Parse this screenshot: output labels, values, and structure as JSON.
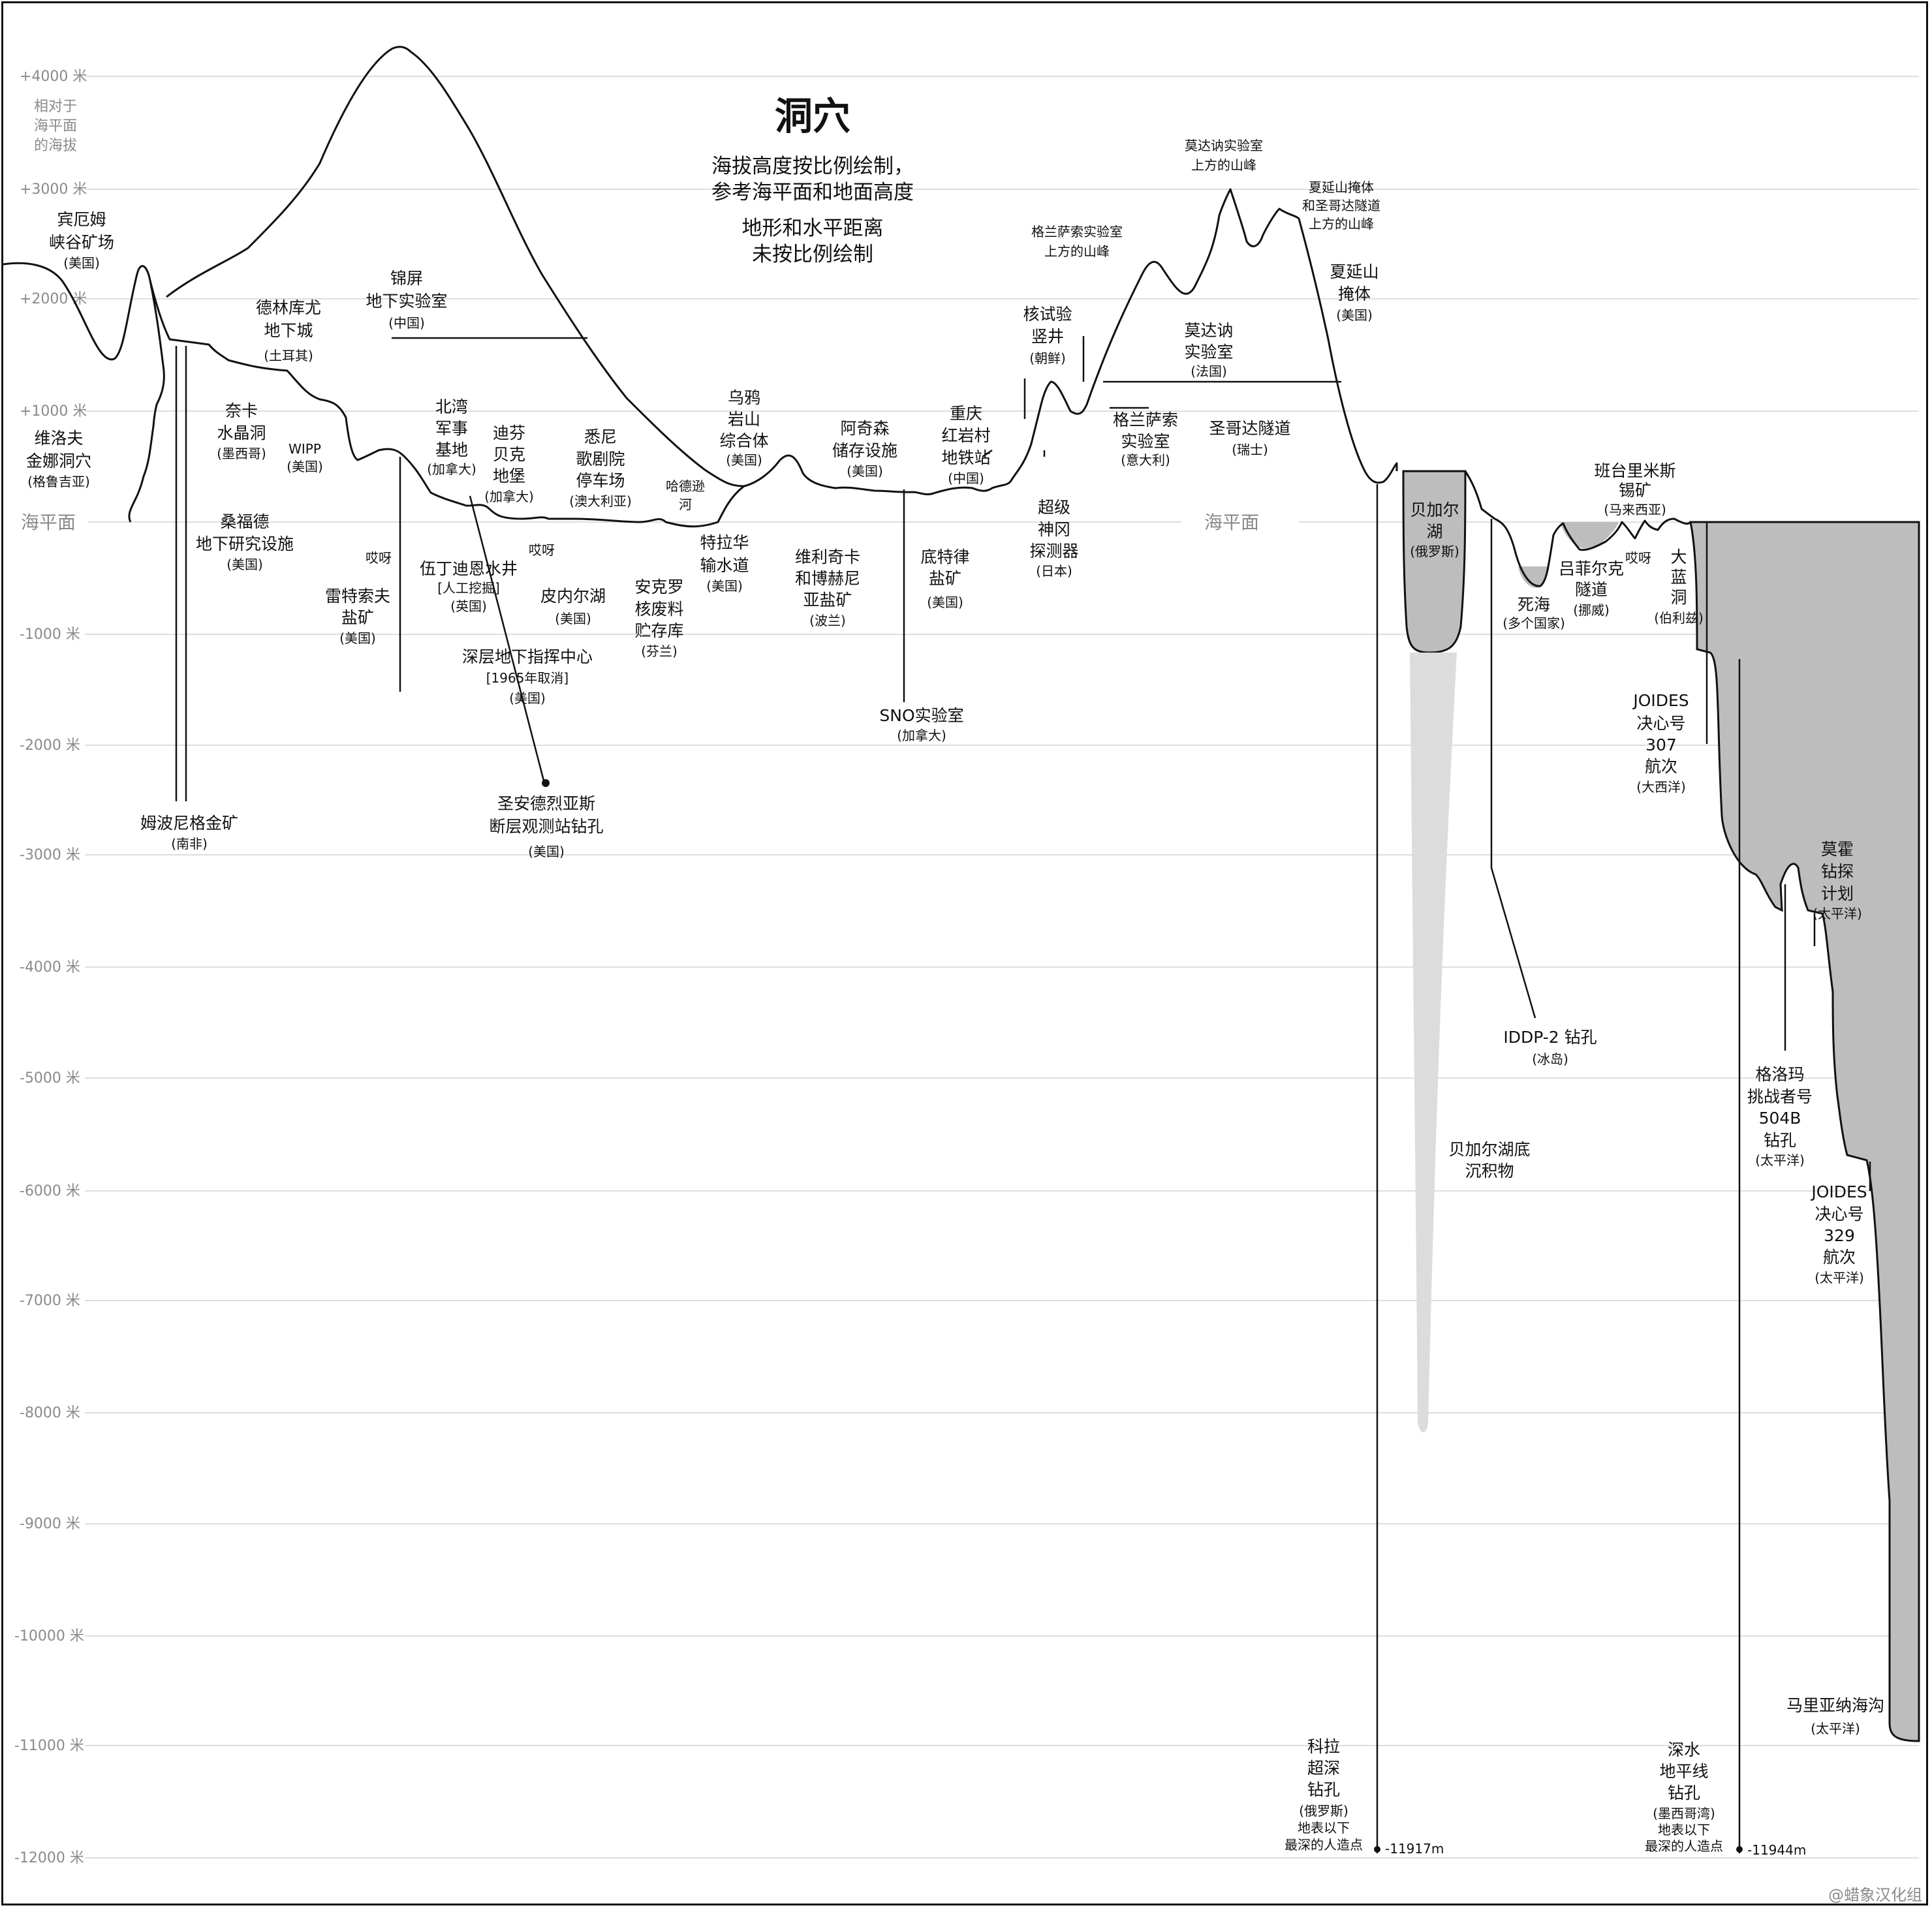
{
  "title": "洞穴",
  "subtitle": [
    "海拔高度按比例绘制，",
    "参考海平面和地面高度",
    "地形和水平距离",
    "未按比例绘制"
  ],
  "axis": {
    "ticks": [
      "+4000 米",
      "+3000 米",
      "+2000 米",
      "+1000 米",
      "海平面",
      "-1000 米",
      "-2000 米",
      "-3000 米",
      "-4000 米",
      "-5000 米",
      "-6000 米",
      "-7000 米",
      "-8000 米",
      "-9000 米",
      "-10000 米",
      "-11000 米",
      "-12000 米"
    ],
    "note": [
      "相对于",
      "海平面",
      "的海拔"
    ],
    "sea_level_right": "海平面"
  },
  "labels": {
    "binghamu": [
      "宾厄姆",
      "峡谷矿场",
      "(美国)"
    ],
    "voronya": [
      "维洛夫",
      "金娜洞穴",
      "(格鲁吉亚)"
    ],
    "mponeng": [
      "姆波尼格金矿",
      "(南非)"
    ],
    "naica": [
      "奈卡",
      "水晶洞",
      "(墨西哥)"
    ],
    "sanford": [
      "桑福德",
      "地下研究设施",
      "(美国)"
    ],
    "derinkuyu": [
      "德林库尤",
      "地下城",
      "(土耳其)"
    ],
    "wipp": [
      "WIPP",
      "(美国)"
    ],
    "jinping": [
      "锦屏",
      "地下实验室",
      "(中国)"
    ],
    "retsof": [
      "雷特索夫",
      "盐矿",
      "(美国)"
    ],
    "yaoya1": "哎呀",
    "beiwan": [
      "北湾",
      "军事",
      "基地",
      "(加拿大)"
    ],
    "difen": [
      "迪芬",
      "贝克",
      "地堡",
      "(加拿大)"
    ],
    "woodingdean": [
      "伍丁迪恩水井",
      "[人工挖掘]",
      "(英国)"
    ],
    "yaoya2": "哎呀",
    "pinnell": [
      "皮内尔湖",
      "(美国)"
    ],
    "deep_command": [
      "深层地下指挥中心",
      "[1965年取消]",
      "(美国)"
    ],
    "safod": [
      "圣安德烈亚斯",
      "断层观测站钻孔",
      "(美国)"
    ],
    "sydney": [
      "悉尼",
      "歌剧院",
      "停车场",
      "(澳大利亚)"
    ],
    "hades": [
      "哈德逊",
      "河"
    ],
    "onkalo": [
      "安克罗",
      "核废料",
      "贮存库",
      "(芬兰)"
    ],
    "delaware": [
      "特拉华",
      "输水道",
      "(美国)"
    ],
    "raven": [
      "乌鸦",
      "岩山",
      "综合体",
      "(美国)"
    ],
    "wieliczka": [
      "维利奇卡",
      "和博赫尼",
      "亚盐矿",
      "(波兰)"
    ],
    "ozark": [
      "阿奇森",
      "储存设施",
      "(美国)"
    ],
    "snolab": [
      "SNO实验室",
      "(加拿大)"
    ],
    "chongqing": [
      "重庆",
      "红岩村",
      "地铁站",
      "(中国)"
    ],
    "detroit": [
      "底特律",
      "盐矿",
      "(美国)"
    ],
    "nuclear": [
      "核试验",
      "竖井",
      "(朝鲜)"
    ],
    "superk": [
      "超级",
      "神冈",
      "探测器",
      "(日本)"
    ],
    "gransasso_lab": [
      "格兰萨索",
      "实验室",
      "(意大利)"
    ],
    "gransasso_peak": [
      "格兰萨索实验室",
      "上方的山峰"
    ],
    "modane_peak": [
      "莫达讷实验室",
      "上方的山峰"
    ],
    "modane_lab": [
      "莫达讷",
      "实验室",
      "(法国)"
    ],
    "gotthard": [
      "圣哥达隧道",
      "(瑞士)"
    ],
    "cheyenne_peak": [
      "夏延山掩体",
      "和圣哥达隧道",
      "上方的山峰"
    ],
    "cheyenne": [
      "夏延山",
      "掩体",
      "(美国)"
    ],
    "baikal": [
      "贝加尔",
      "湖",
      "(俄罗斯)"
    ],
    "baikal_sed": [
      "贝加尔湖底",
      "沉积物"
    ],
    "kola": [
      "科拉",
      "超深",
      "钻孔",
      "(俄罗斯)",
      "地表以下",
      "最深的人造点"
    ],
    "kola_depth": "-11917m",
    "deadsea": [
      "死海",
      "(多个国家)"
    ],
    "lerfoss": [
      "吕菲尔克",
      "隧道",
      "(挪威)"
    ],
    "yaoya3": "哎呀",
    "bluehole": [
      "大",
      "蓝",
      "洞",
      "(伯利兹)"
    ],
    "bentong": [
      "班台里米斯",
      "锡矿",
      "(马来西亚)"
    ],
    "iddp": [
      "IDDP-2 钻孔",
      "(冰岛)"
    ],
    "joides307": [
      "JOIDES",
      "决心号",
      "307",
      "航次",
      "(大西洋)"
    ],
    "mohole": [
      "莫霍",
      "钻探",
      "计划",
      "(太平洋)"
    ],
    "glomar": [
      "格洛玛",
      "挑战者号",
      "504B",
      "钻孔",
      "(太平洋)"
    ],
    "joides329": [
      "JOIDES",
      "决心号",
      "329",
      "航次",
      "(太平洋)"
    ],
    "deepwater": [
      "深水",
      "地平线",
      "钻孔",
      "(墨西哥湾)",
      "地表以下",
      "最深的人造点"
    ],
    "deepwater_depth": "-11944m",
    "mariana": [
      "马里亚纳海沟",
      "(太平洋)"
    ]
  },
  "credit": "@蜡象汉化组",
  "colors": {
    "ink": "#111111",
    "grid": "#dedede",
    "axis_text": "#8a8a8a",
    "water": "#bdbdbd",
    "sediment": "#dcdcdc"
  }
}
